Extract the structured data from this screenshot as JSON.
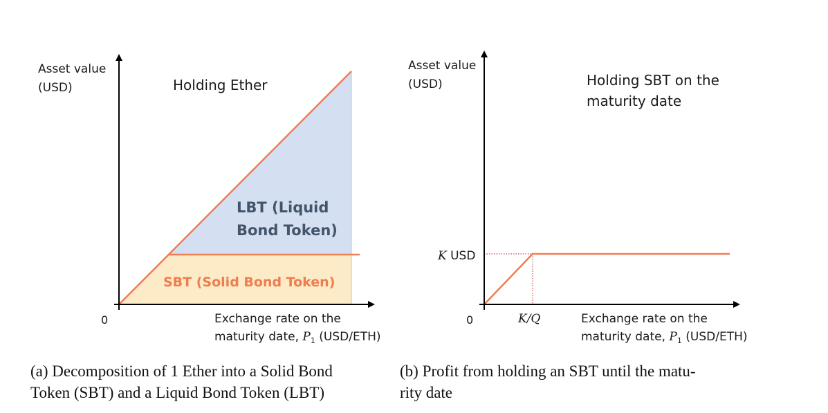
{
  "colors": {
    "axis": "#000000",
    "payoff_line": "#ef7d50",
    "lbt_fill": "#d4e0f2",
    "sbt_fill": "#fcebc6",
    "lbt_text": "#44546a",
    "sbt_text": "#ef7d50",
    "text": "#1a1a1a",
    "dotted": "#c0504d"
  },
  "panel_a": {
    "y_label_line1": "Asset value",
    "y_label_line2": "(USD)",
    "origin_label": "0",
    "title": "Holding Ether",
    "lbt_label_line1": "LBT (Liquid",
    "lbt_label_line2": "Bond Token)",
    "sbt_label": "SBT (Solid Bond Token)",
    "x_label_line1": "Exchange rate on the",
    "x_label_line2_prefix": "maturity date, ",
    "x_label_var": "P",
    "x_label_sub": "1",
    "x_label_unit": " (USD/ETH)"
  },
  "panel_b": {
    "y_label_line1": "Asset value",
    "y_label_line2": "(USD)",
    "origin_label": "0",
    "title_line1": "Holding SBT on the",
    "title_line2": "maturity date",
    "k_var": "K",
    "k_unit": " USD",
    "kq_tick_label": "K/Q",
    "x_label_line1": "Exchange rate on the",
    "x_label_line2_prefix": "maturity date, ",
    "x_label_var": "P",
    "x_label_sub": "1",
    "x_label_unit": " (USD/ETH)"
  },
  "captions": {
    "a_line1": "(a) Decomposition of 1 Ether into a Solid Bond",
    "a_line2": "Token (SBT) and a Liquid Bond Token (LBT)",
    "b_line1": "(b) Profit from holding an SBT until the matu-",
    "b_line2": "rity date"
  }
}
